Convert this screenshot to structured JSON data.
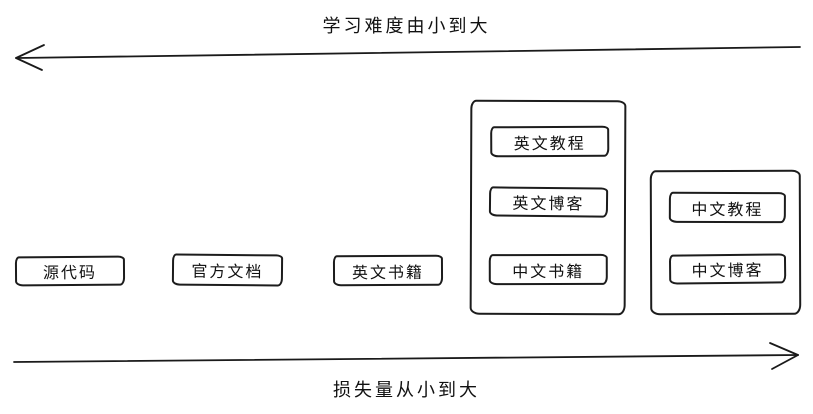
{
  "diagram": {
    "top_axis": {
      "label": "学习难度由小到大",
      "direction": "left"
    },
    "bottom_axis": {
      "label": "损失量从小到大",
      "direction": "right"
    },
    "nodes": [
      {
        "label": "源代码"
      },
      {
        "label": "官方文档"
      },
      {
        "label": "英文书籍"
      }
    ],
    "groups": [
      {
        "items": [
          {
            "label": "英文教程"
          },
          {
            "label": "英文博客"
          },
          {
            "label": "中文书籍"
          }
        ]
      },
      {
        "items": [
          {
            "label": "中文教程"
          },
          {
            "label": "中文博客"
          }
        ]
      }
    ],
    "colors": {
      "stroke": "#1a1a1a",
      "background": "#ffffff"
    }
  }
}
